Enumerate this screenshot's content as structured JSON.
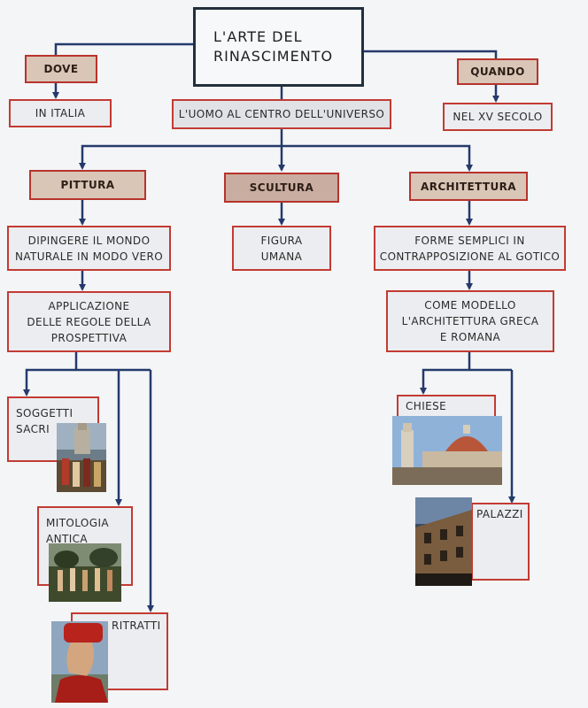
{
  "title": "L'ARTE DEL\nRINASCIMENTO",
  "dove": {
    "label": "DOVE",
    "value": "IN ITALIA"
  },
  "quando": {
    "label": "QUANDO",
    "value": "NEL XV SECOLO"
  },
  "uomo": "L'UOMO AL CENTRO DELL'UNIVERSO",
  "pittura": {
    "label": "PITTURA",
    "desc1": "DIPINGERE IL MONDO\nNATURALE IN MODO VERO",
    "desc2": "APPLICAZIONE\nDELLE REGOLE DELLA\nPROSPETTIVA",
    "sub": [
      "SOGGETTI\nSACRI",
      "MITOLOGIA\nANTICA",
      "RITRATTI"
    ]
  },
  "scultura": {
    "label": "SCULTURA",
    "desc": "FIGURA\nUMANA"
  },
  "architettura": {
    "label": "ARCHITETTURA",
    "desc1": "FORME SEMPLICI IN\nCONTRAPPOSIZIONE AL GOTICO",
    "desc2": "COME MODELLO\nL'ARCHITETTURA GRECA\nE ROMANA",
    "sub": [
      "CHIESE",
      "PALAZZI"
    ]
  },
  "colors": {
    "line": "#243a6b",
    "border": "#c23b33",
    "header_fill": "#d9c6b7"
  }
}
